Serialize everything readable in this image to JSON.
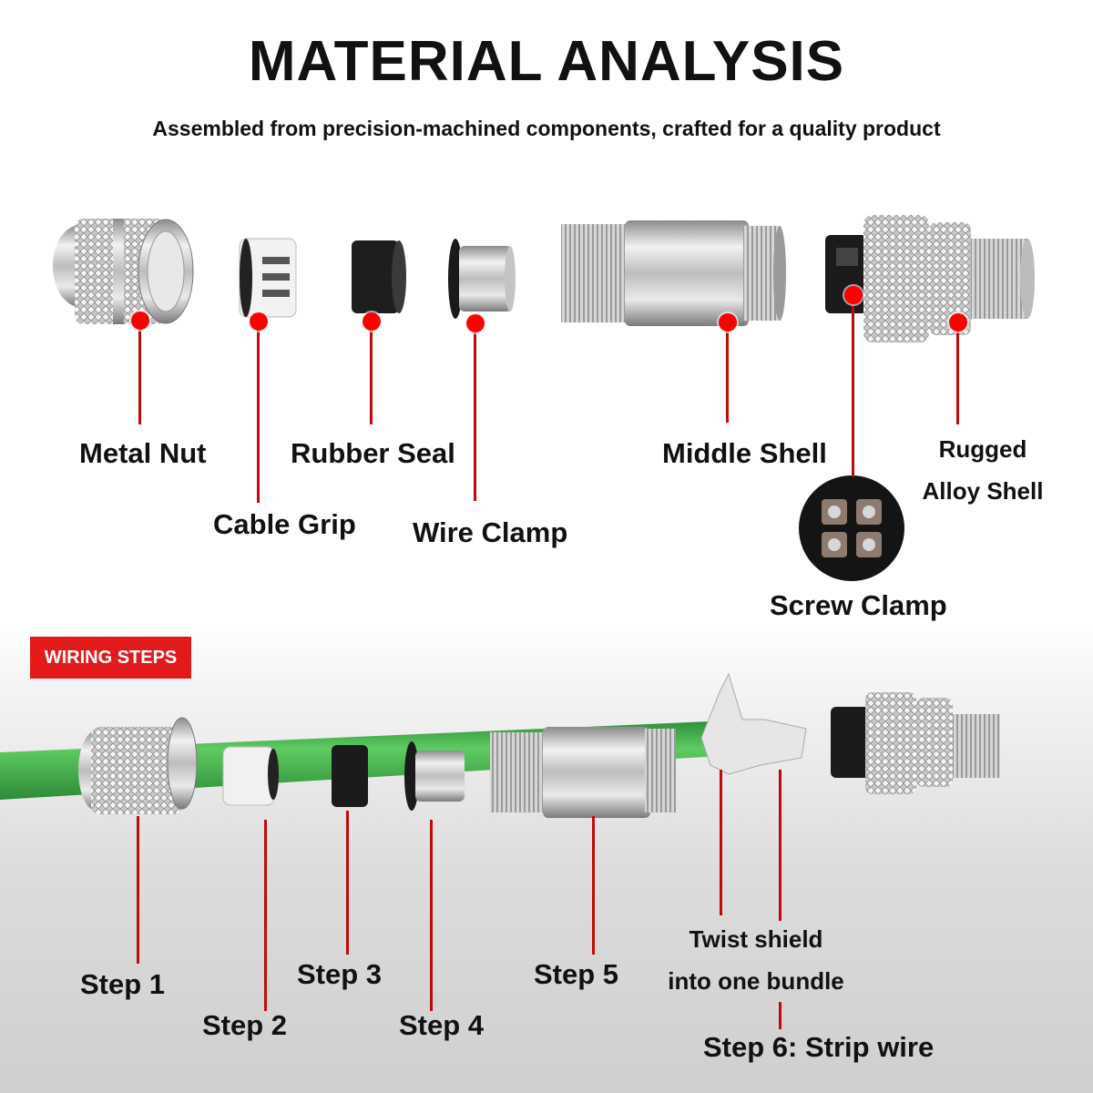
{
  "header": {
    "title": "MATERIAL ANALYSIS",
    "subtitle": "Assembled from precision-machined components, crafted for a quality product"
  },
  "components": {
    "metal_nut": "Metal Nut",
    "cable_grip": "Cable Grip",
    "rubber_seal": "Rubber Seal",
    "wire_clamp": "Wire Clamp",
    "middle_shell": "Middle Shell",
    "rugged_line1": "Rugged",
    "rugged_line2": "Alloy Shell",
    "screw_clamp": "Screw Clamp"
  },
  "wiring": {
    "badge": "WIRING STEPS",
    "step1": "Step 1",
    "step2": "Step 2",
    "step3": "Step 3",
    "step4": "Step 4",
    "step5": "Step 5",
    "twist_line1": "Twist shield",
    "twist_line2": "into one bundle",
    "step6": "Step 6: Strip wire"
  },
  "colors": {
    "accent_red": "#e21a1a",
    "cable_green": "#3fae4a",
    "metal": "#c9c9c9"
  },
  "icons": [
    "metal-nut-image",
    "cable-grip-image",
    "rubber-seal-image",
    "wire-clamp-image",
    "middle-shell-image",
    "alloy-shell-image",
    "screw-clamp-image",
    "cable-assembly-image"
  ]
}
